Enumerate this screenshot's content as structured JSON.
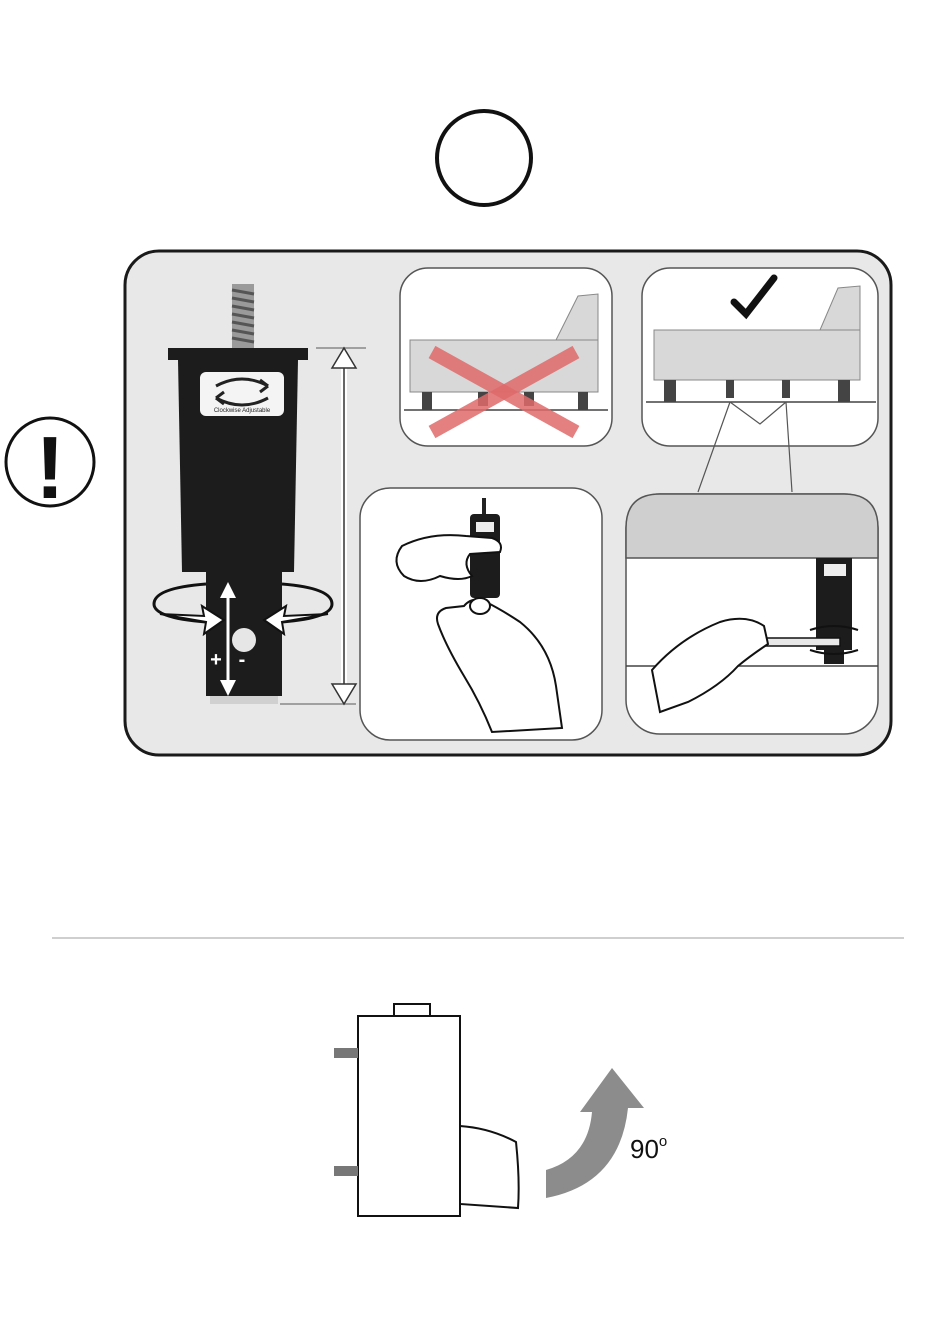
{
  "step_marker": {
    "number": ""
  },
  "warning": {
    "symbol": "!"
  },
  "leg_label": {
    "text": "Clockwise Adjustable"
  },
  "leg_adjust": {
    "plus": "+",
    "minus": "-"
  },
  "rotation": {
    "angle": "90",
    "degree_sign": "o"
  },
  "colors": {
    "panel_bg": "#e8e8e8",
    "panel_border": "#1a1a1a",
    "leg_black": "#1c1c1c",
    "sofa_grey": "#d8d8d8",
    "wrong_mark": "#e06a6a",
    "arrow_grey": "#8c8c8c"
  },
  "icons": [
    "warning-icon",
    "checkmark-icon",
    "cross-mark-icon",
    "rotate-arrow-icon"
  ]
}
